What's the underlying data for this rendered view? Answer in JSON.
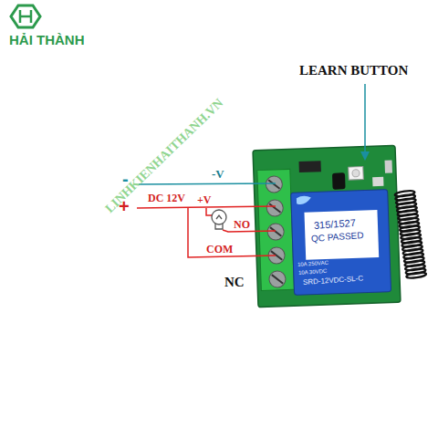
{
  "diagram": {
    "labels": [
      "HẢI THÀNH",
      "LEARN BUTTON",
      "-",
      "+",
      "-V",
      "DC 12V",
      "+V",
      "NO",
      "COM",
      "NC",
      "315/1527",
      "QC PASSED",
      "10A 250VAC",
      "10A 30VDC",
      "SRD-12VDC-SL-C",
      "LINHKIENHAITHANH.VN"
    ]
  }
}
